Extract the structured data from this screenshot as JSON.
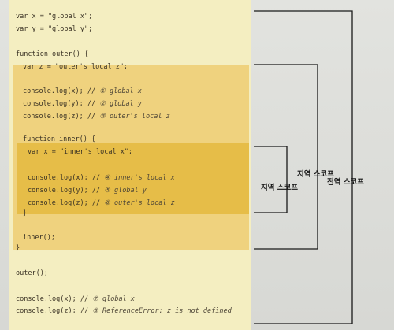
{
  "code": {
    "line1": "var x = \"global x\";",
    "line2": "var y = \"global y\";",
    "line3": "function outer() {",
    "line4": "var z = \"outer's local z\";",
    "line5_code": "console.log(x); // ",
    "line5_comment": "① global x",
    "line6_code": "console.log(y); // ",
    "line6_comment": "② global y",
    "line7_code": "console.log(z); // ",
    "line7_comment": "③ outer's local z",
    "line8": "function inner() {",
    "line9": "var x = \"inner's local x\";",
    "line10_code": "console.log(x); // ",
    "line10_comment": "④ inner's local x",
    "line11_code": "console.log(y); // ",
    "line11_comment": "⑤ global y",
    "line12_code": "console.log(z); // ",
    "line12_comment": "⑥ outer's local z",
    "line13": "}",
    "line14": "inner();",
    "line15": "}",
    "line16": "outer();",
    "line17_code": "console.log(x); // ",
    "line17_comment": "⑦ global x",
    "line18_code": "console.log(z); // ",
    "line18_comment": "⑧ ReferenceError: z is not defined"
  },
  "labels": {
    "inner_scope": "지역 스코프",
    "outer_scope": "지역 스코프",
    "global_scope": "전역 스코프"
  },
  "colors": {
    "global_background": "#f4eec1",
    "outer_background": "#efd27e",
    "inner_background": "#e6bd48"
  }
}
